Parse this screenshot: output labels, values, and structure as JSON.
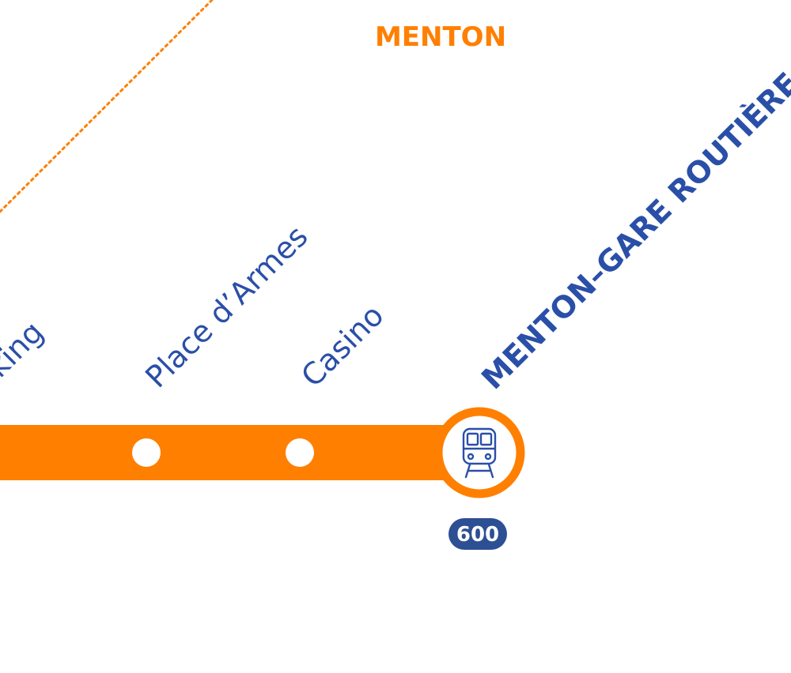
{
  "map": {
    "town_label": "MENTON",
    "line_color": "#ff7f00",
    "text_color": "#2a4fa8",
    "badge_color": "#2d4f93",
    "stops": [
      {
        "label": "king",
        "type": "partial"
      },
      {
        "label": "Place d’Armes",
        "type": "stop"
      },
      {
        "label": "Casino",
        "type": "stop"
      }
    ],
    "terminus": {
      "label": "MENTON–GARE ROUTIÈRE",
      "icon": "train-icon",
      "connection_badge": "600"
    },
    "connector_line": "dotted"
  }
}
